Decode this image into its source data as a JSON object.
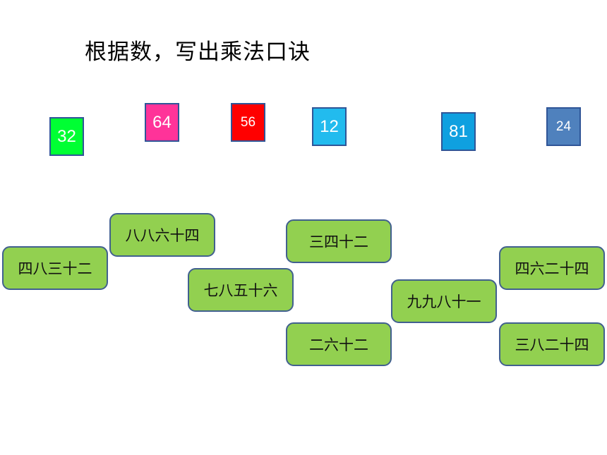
{
  "title": "根据数，写出乘法口诀",
  "numbers": [
    {
      "value": "32",
      "color": "#00ff33"
    },
    {
      "value": "64",
      "color": "#ff3399"
    },
    {
      "value": "56",
      "color": "#ff0000"
    },
    {
      "value": "12",
      "color": "#22bbee"
    },
    {
      "value": "81",
      "color": "#0fa0e0"
    },
    {
      "value": "24",
      "color": "#4f81bd"
    }
  ],
  "cards": [
    {
      "text": "四八三十二"
    },
    {
      "text": "八八六十四"
    },
    {
      "text": "七八五十六"
    },
    {
      "text": "三四十二"
    },
    {
      "text": "二六十二"
    },
    {
      "text": "九九八十一"
    },
    {
      "text": "四六二十四"
    },
    {
      "text": "三八二十四"
    }
  ]
}
